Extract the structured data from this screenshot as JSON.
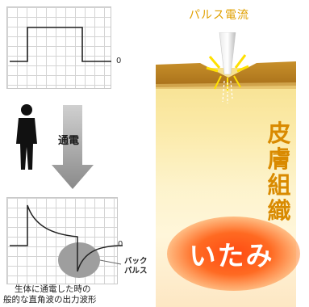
{
  "top_chart": {
    "zero_label": "0"
  },
  "current_label": "通電",
  "bottom_chart": {
    "zero_label": "0",
    "back_pulse_lines": [
      "バック",
      "パルス"
    ]
  },
  "caption_lines": [
    "生体に通電した時の",
    "般的な直角波の出力波形"
  ],
  "right_panel": {
    "title": "パルス電流",
    "tissue_chars": [
      "皮",
      "膚",
      "組",
      "織"
    ],
    "pain_text": "いたみ"
  },
  "colors": {
    "orange_text": "#d98a00",
    "pulse_title": "#e0a000",
    "pain_glow": "#ff4a12",
    "skin_brown": "#b87a1a"
  }
}
